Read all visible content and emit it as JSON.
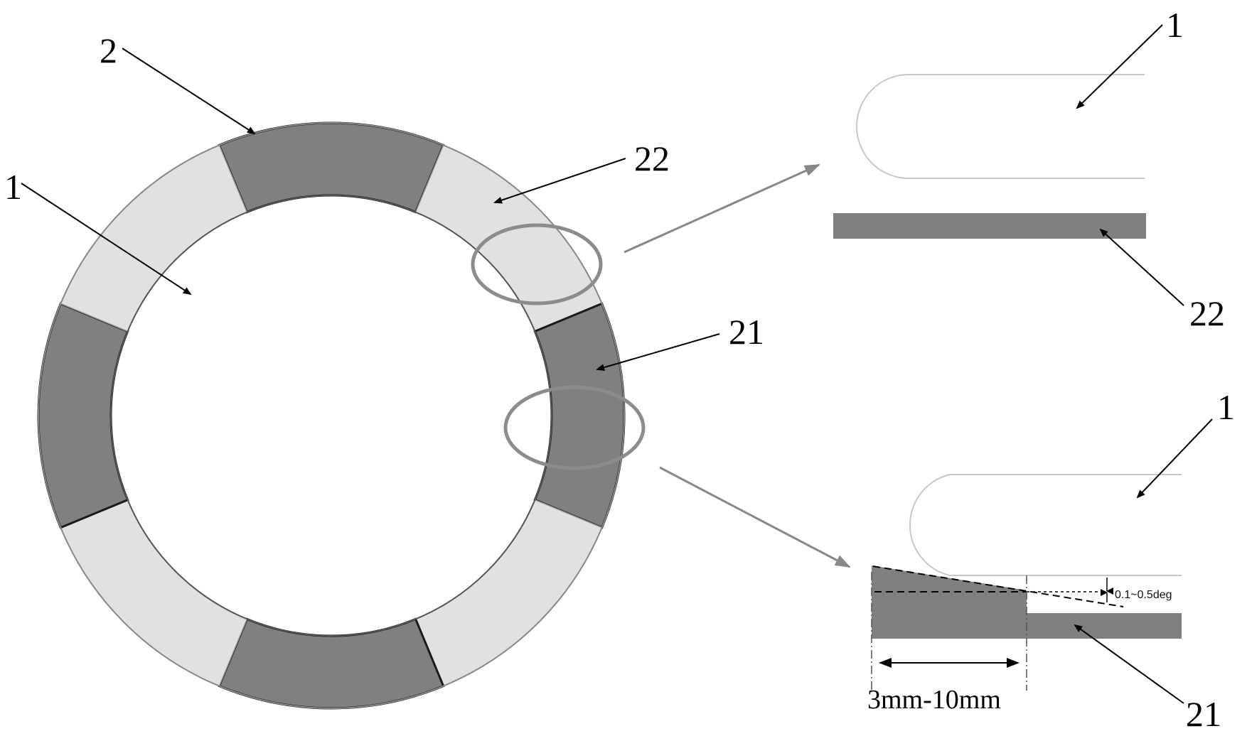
{
  "labels": {
    "ring_label_2": "2",
    "ring_label_1": "1",
    "ring_label_22": "22",
    "ring_label_21": "21",
    "top_detail_label_1": "1",
    "top_detail_label_22": "22",
    "bottom_detail_label_1": "1",
    "bottom_detail_label_21": "21",
    "angle_annotation": "0.1~0.5deg",
    "length_dimension": "3mm-10mm"
  },
  "ring": {
    "segments": [
      {
        "type": "21",
        "shade": "dark"
      },
      {
        "type": "22",
        "shade": "light"
      },
      {
        "type": "21",
        "shade": "dark"
      },
      {
        "type": "22",
        "shade": "light"
      },
      {
        "type": "21",
        "shade": "dark"
      },
      {
        "type": "22",
        "shade": "light"
      },
      {
        "type": "21",
        "shade": "dark"
      },
      {
        "type": "22",
        "shade": "light"
      }
    ]
  },
  "colors": {
    "dark_segment": "#808080",
    "light_segment": "#e1e1e1",
    "highlight_ellipse": "#8c8c8c",
    "outline": "#1a1a1a"
  }
}
